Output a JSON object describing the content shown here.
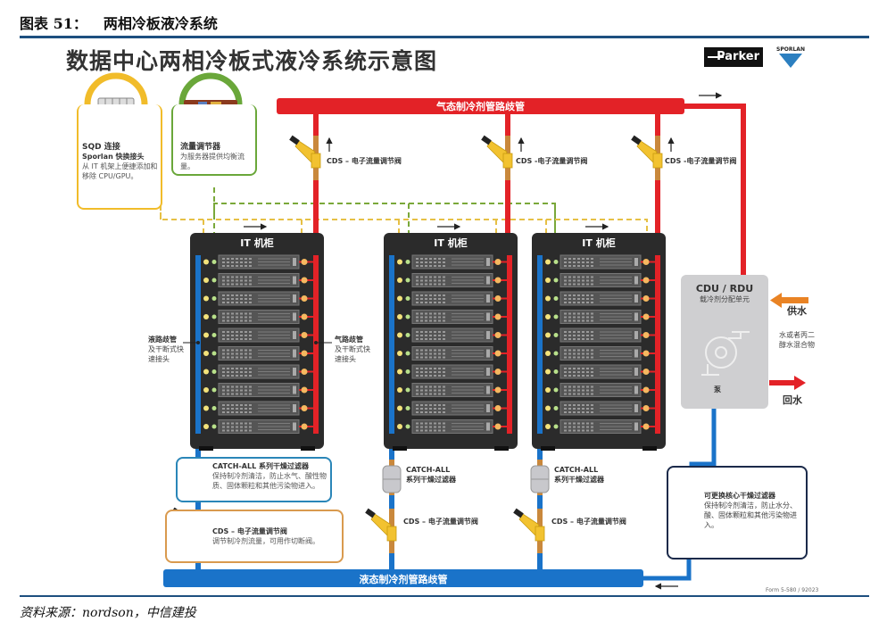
{
  "figure": {
    "number_label": "图表 51：",
    "caption": "两相冷板液冷系统",
    "source": "资料来源：nordson，中信建投"
  },
  "diagram": {
    "title": "数据中心两相冷板式液冷系统示意图",
    "logos": {
      "parker": "Parker",
      "sporlan": "SPORLAN"
    },
    "colors": {
      "gas_pipe": "#e32227",
      "liquid_pipe": "#1a73c9",
      "valve": "#f2c230",
      "supply_arrow": "#e98324",
      "rule": "#1d4f7f",
      "rack": "#2b2b2b",
      "cdu": "#cfcfd1"
    },
    "gas_manifold": "气态制冷剂管路歧管",
    "liquid_manifold": "液态制冷剂管路歧管",
    "cds_top": [
      "CDS – 电子流量调节阀",
      "CDS -电子流量调节阀",
      "CDS -电子流量调节阀"
    ],
    "callouts": {
      "sqd": {
        "title": "SQD 连接",
        "subtitle": "Sporlan 快换接头",
        "text": "从 IT 机架上便捷添加和移除 CPU/GPU。"
      },
      "flow_regulator": {
        "title": "流量调节器",
        "text": "为服务器提供均衡流量。"
      }
    },
    "racks": [
      {
        "title": "IT 机柜"
      },
      {
        "title": "IT 机柜"
      },
      {
        "title": "IT 机柜"
      }
    ],
    "rack_servers": 10,
    "liquid_manifold_label": {
      "title": "液路歧管",
      "text": "及干断式快速接头"
    },
    "gas_manifold_label": {
      "title": "气路歧管",
      "text": "及干断式快速接头"
    },
    "cdu": {
      "title": "CDU / RDU",
      "subtitle": "载冷剂分配单元",
      "pump": "泵"
    },
    "supply_water": "供水",
    "return_water": "回水",
    "coolant_note": "水或者丙二醇水混合物",
    "catch_all_box": {
      "title": "CATCH-ALL 系列干燥过滤器",
      "text": "保持制冷剂清洁，防止水气、酸性物质、固体颗粒和其他污染物进入。"
    },
    "cds_box": {
      "title": "CDS – 电子流量调节阀",
      "text": "调节制冷剂流量，可用作切断阀。"
    },
    "catch_all_short": {
      "line1": "CATCH-ALL",
      "line2": "系列干燥过滤器"
    },
    "cds_bottom": [
      "CDS – 电子流量调节阀",
      "CDS – 电子流量调节阀"
    ],
    "core_filter": {
      "title": "可更换核心干燥过滤器",
      "text": "保持制冷剂清洁，防止水分、酸、固体颗粒和其他污染物进入。"
    },
    "form_no": "Form 5-580 / 92023"
  }
}
